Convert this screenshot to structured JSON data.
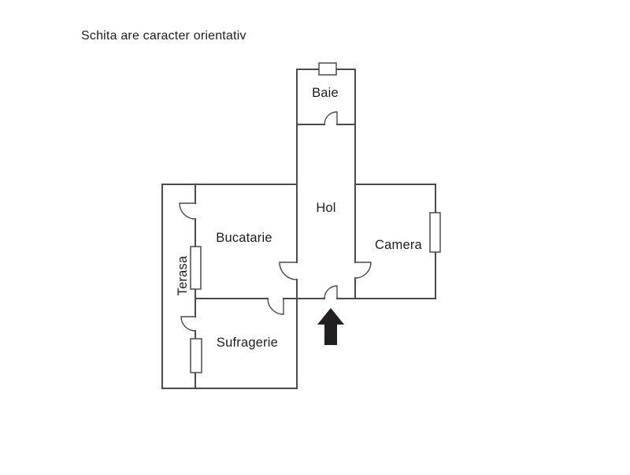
{
  "title": "Schita are caracter orientativ",
  "floorplan": {
    "rooms": {
      "baie": {
        "label": "Baie"
      },
      "hol": {
        "label": "Hol"
      },
      "bucatarie": {
        "label": "Bucatarie"
      },
      "camera": {
        "label": "Camera"
      },
      "terasa": {
        "label": "Terasa"
      },
      "sufragerie": {
        "label": "Sufragerie"
      }
    },
    "icons": {
      "entrance_arrow": "up-arrow-icon"
    },
    "colors": {
      "wall": "#4b4b4d",
      "text": "#1f1d1e",
      "arrow": "#231f20",
      "background": "#ffffff"
    }
  }
}
